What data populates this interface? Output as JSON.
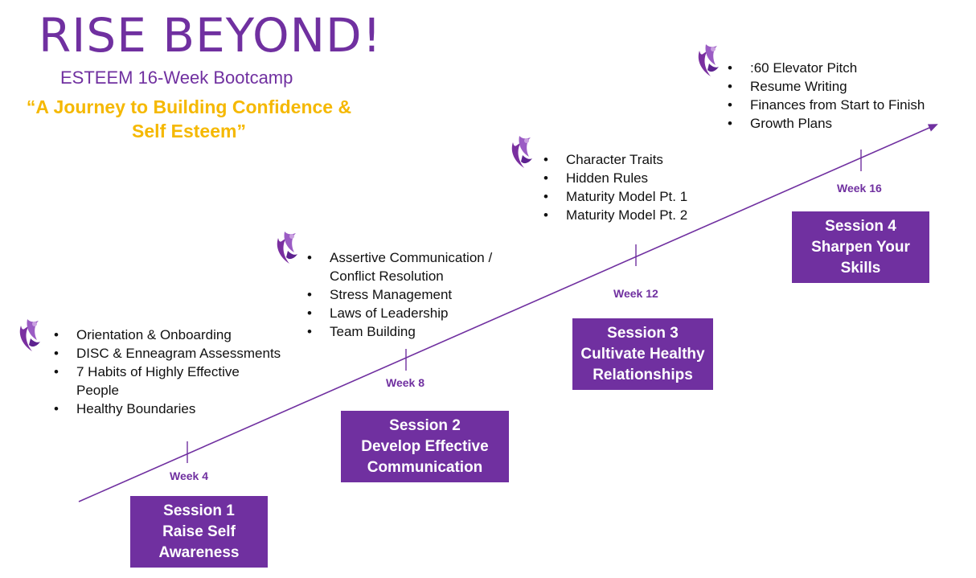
{
  "title": "RISE BEYOND!",
  "subtitle": "ESTEEM 16-Week Bootcamp",
  "tagline": {
    "line1": "“A Journey to Building Confidence &",
    "line2": "Self Esteem”"
  },
  "colors": {
    "brand_purple": "#7030a0",
    "accent_gold": "#f5b800"
  },
  "icon": "flame-figure-logo-icon",
  "milestones": [
    {
      "week": "Week 4",
      "session": [
        "Session 1",
        "Raise Self",
        "Awareness"
      ],
      "topics": [
        {
          "lines": [
            "Orientation & Onboarding"
          ]
        },
        {
          "lines": [
            "DISC & Enneagram Assessments"
          ]
        },
        {
          "lines": [
            "7 Habits of Highly Effective",
            "People"
          ]
        },
        {
          "lines": [
            "Healthy Boundaries"
          ]
        }
      ]
    },
    {
      "week": "Week 8",
      "session": [
        "Session 2",
        "Develop Effective",
        "Communication"
      ],
      "topics": [
        {
          "lines": [
            "Assertive Communication /",
            "Conflict Resolution"
          ]
        },
        {
          "lines": [
            "Stress Management"
          ]
        },
        {
          "lines": [
            "Laws of Leadership"
          ]
        },
        {
          "lines": [
            "Team Building"
          ]
        }
      ]
    },
    {
      "week": "Week 12",
      "session": [
        "Session 3",
        "Cultivate Healthy",
        "Relationships"
      ],
      "topics": [
        {
          "lines": [
            "Character Traits"
          ]
        },
        {
          "lines": [
            "Hidden Rules"
          ]
        },
        {
          "lines": [
            "Maturity Model Pt. 1"
          ]
        },
        {
          "lines": [
            "Maturity Model Pt. 2"
          ]
        }
      ]
    },
    {
      "week": "Week 16",
      "session": [
        "Session 4",
        "Sharpen Your",
        "Skills"
      ],
      "topics": [
        {
          "lines": [
            ":60 Elevator Pitch"
          ]
        },
        {
          "lines": [
            "Resume Writing"
          ]
        },
        {
          "lines": [
            "Finances from Start to Finish"
          ]
        },
        {
          "lines": [
            "Growth Plans"
          ]
        }
      ]
    }
  ]
}
